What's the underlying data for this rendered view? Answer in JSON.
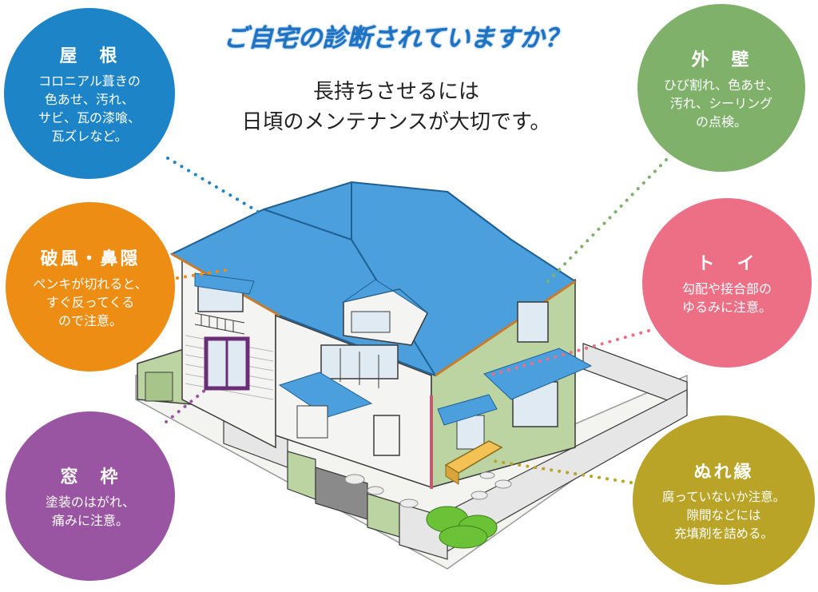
{
  "headline": "ご自宅の診断されていますか？",
  "subtitle": {
    "line1": "長持ちさせるには",
    "line2": "日頃のメンテナンスが大切です。"
  },
  "points": {
    "roof": {
      "title": "屋　根",
      "desc": "コロニアル葺きの\n色あせ、汚れ、\nサビ、瓦の漆喰、\n瓦ズレなど。",
      "color": "#1e84c8"
    },
    "wall": {
      "title": "外　壁",
      "desc": "ひび割れ、色あせ、\n汚れ、シーリング\nの点検。",
      "color": "#7fb16b"
    },
    "barge": {
      "title": "破風・鼻隠",
      "desc": "ペンキが切れると、\nすぐ反ってくる\nので注意。",
      "color": "#ee8d14"
    },
    "gutter": {
      "title": "ト　イ",
      "desc": "勾配や接合部の\nゆるみに注意。",
      "color": "#ec6f86"
    },
    "window": {
      "title": "窓　枠",
      "desc": "塗装のはがれ、\n痛みに注意。",
      "color": "#9a55a2"
    },
    "deck": {
      "title": "ぬれ縁",
      "desc": "腐っていないか注意。\n隙間などには\n充填剤を詰める。",
      "color": "#b9a428"
    }
  },
  "palette": {
    "roof_blue": "#4a9fdc",
    "wall_green": "#bcd4a2",
    "siding_white": "#f4f4f2",
    "fence_gray": "#e6e6e6",
    "outline": "#3a3a3a",
    "bush_green": "#6cc236"
  }
}
